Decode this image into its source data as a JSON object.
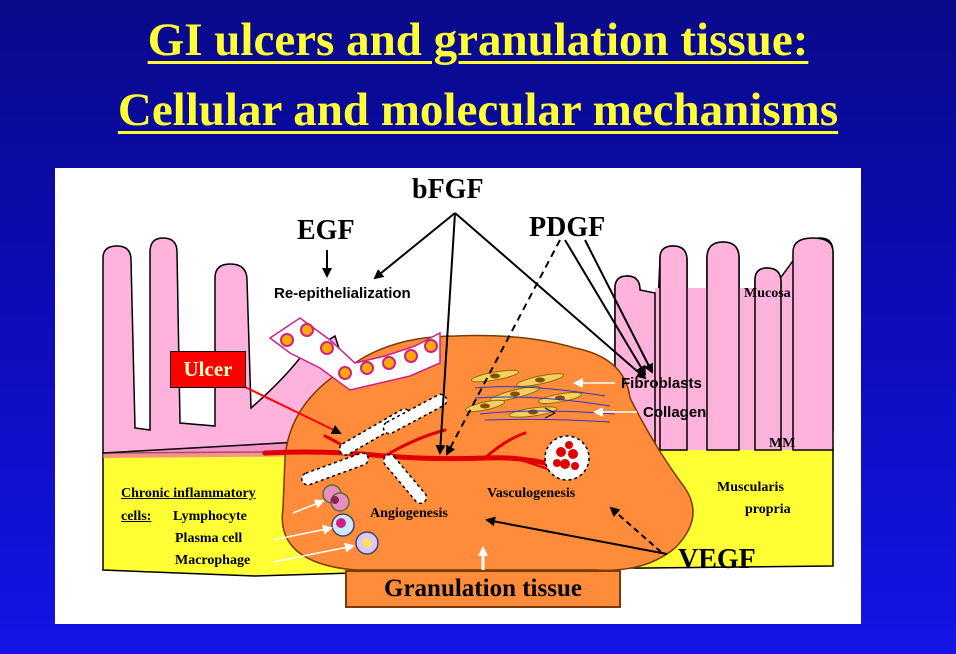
{
  "title": {
    "line1": "GI ulcers and granulation tissue:",
    "line2": "Cellular and molecular mechanisms"
  },
  "growth_factors": {
    "bfgf": "bFGF",
    "egf": "EGF",
    "pdgf": "PDGF",
    "vegf": "VEGF"
  },
  "process_labels": {
    "reepi": "Re-epithelialization",
    "fibroblasts": "Fibroblasts",
    "collagen": "Collagen",
    "angiogenesis": "Angiogenesis",
    "vasculogenesis": "Vasculogenesis"
  },
  "layers": {
    "mucosa": "Mucosa",
    "mm": "MM",
    "muscularis_1": "Muscularis",
    "muscularis_2": "propria"
  },
  "ulcer_label": "Ulcer",
  "granulation_label": "Granulation tissue",
  "inflammatory": {
    "heading_1": "Chronic inflammatory",
    "heading_2": "cells:",
    "cell_1": "Lymphocyte",
    "cell_2": "Plasma cell",
    "cell_3": "Macrophage"
  },
  "colors": {
    "background": "#0b0bb0",
    "title": "#ffff33",
    "mucosa": "#ffb3dc",
    "muscularis": "#ffff33",
    "granulation": "#ff8c3a",
    "ulcer_box": "#ff0000",
    "vessels": "#e00000"
  }
}
